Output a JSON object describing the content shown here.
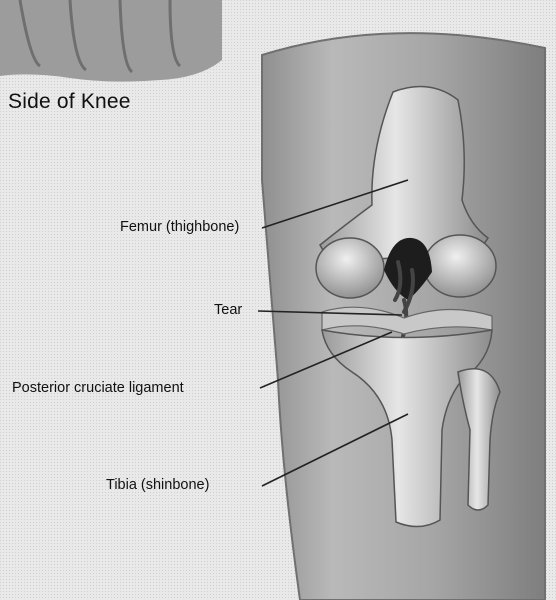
{
  "diagram": {
    "heading": "Side of Knee",
    "labels": {
      "femur": "Femur (thighbone)",
      "tear": "Tear",
      "pcl": "Posterior cruciate ligament",
      "tibia": "Tibia (shinbone)"
    },
    "colors": {
      "background": "#f2f2f2",
      "skin": "#a9a9a9",
      "bone": "#d6d6d6",
      "shadow": "#505050",
      "line": "#222222"
    }
  }
}
